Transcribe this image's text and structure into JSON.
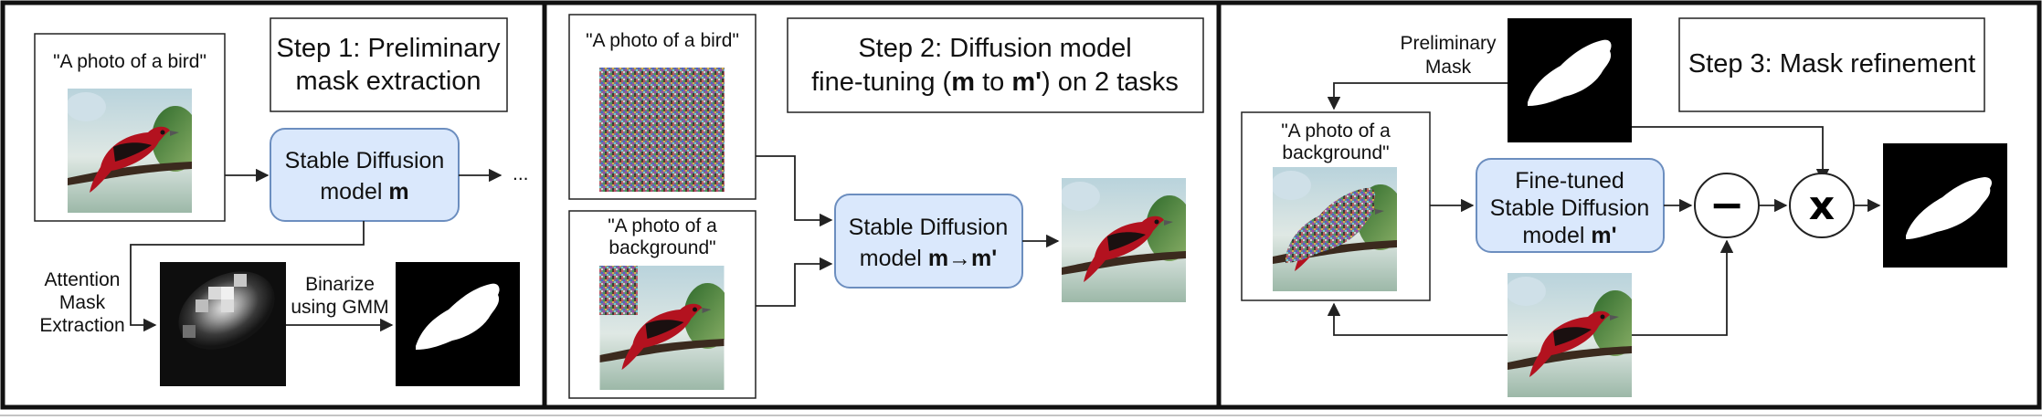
{
  "steps": [
    {
      "title_line1": "Step 1: Preliminary",
      "title_line2": "mask extraction",
      "prompt": "\"A photo of a bird\"",
      "model_line1": "Stable Diffusion",
      "model_line2_prefix": "model ",
      "model_line2_bold": "m",
      "ellipsis": "...",
      "attention_line1": "Attention",
      "attention_line2": "Mask",
      "attention_line3": "Extraction",
      "binarize_line1": "Binarize",
      "binarize_line2": "using GMM"
    },
    {
      "title_line1": "Step 2: Diffusion model",
      "title_line2_a": "fine-tuning (",
      "title_line2_b": "m",
      "title_line2_c": " to ",
      "title_line2_d": "m'",
      "title_line2_e": ") on 2 tasks",
      "prompt_bird": "\"A photo of a bird\"",
      "prompt_bg_line1": "\"A photo of a",
      "prompt_bg_line2": "background\"",
      "model_line1": "Stable Diffusion",
      "model_line2_prefix": "model ",
      "model_line2_bold": "m→m'"
    },
    {
      "title": "Step 3: Mask refinement",
      "preliminary_line1": "Preliminary",
      "preliminary_line2": "Mask",
      "prompt_line1": "\"A photo of a",
      "prompt_line2": "background\"",
      "model_line1": "Fine-tuned",
      "model_line2": "Stable Diffusion",
      "model_line3_prefix": "model ",
      "model_line3_bold": "m'",
      "op_minus": "−",
      "op_times": "x"
    }
  ],
  "colors": {
    "panel_border": "#111111",
    "model_fill": "#dae8fc",
    "model_border": "#6c8ebf",
    "arrow": "#222222"
  }
}
